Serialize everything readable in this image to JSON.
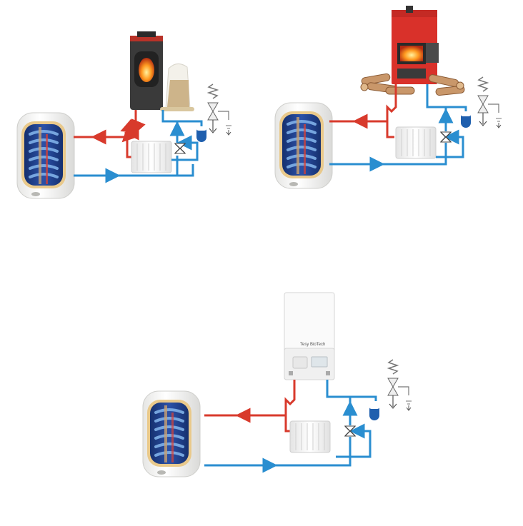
{
  "colors": {
    "hot_pipe": "#d83a2c",
    "cold_pipe": "#2a8ed0",
    "tank_shell": "#f4f4f2",
    "tank_inner": "#1f3e8f",
    "tank_trim": "#e9c98b",
    "boiler_red": "#d9312a",
    "stove_dark": "#3a3a3a",
    "flame": "#ff8a1c",
    "radiator": "#f2f2f2",
    "expansion_vessel": "#1f5fae"
  },
  "diagrams": [
    {
      "heat_source": "pellet-stove"
    },
    {
      "heat_source": "solid-fuel-boiler"
    },
    {
      "heat_source": "gas-wall-boiler",
      "brand_label": "Tesy BioTech"
    }
  ]
}
